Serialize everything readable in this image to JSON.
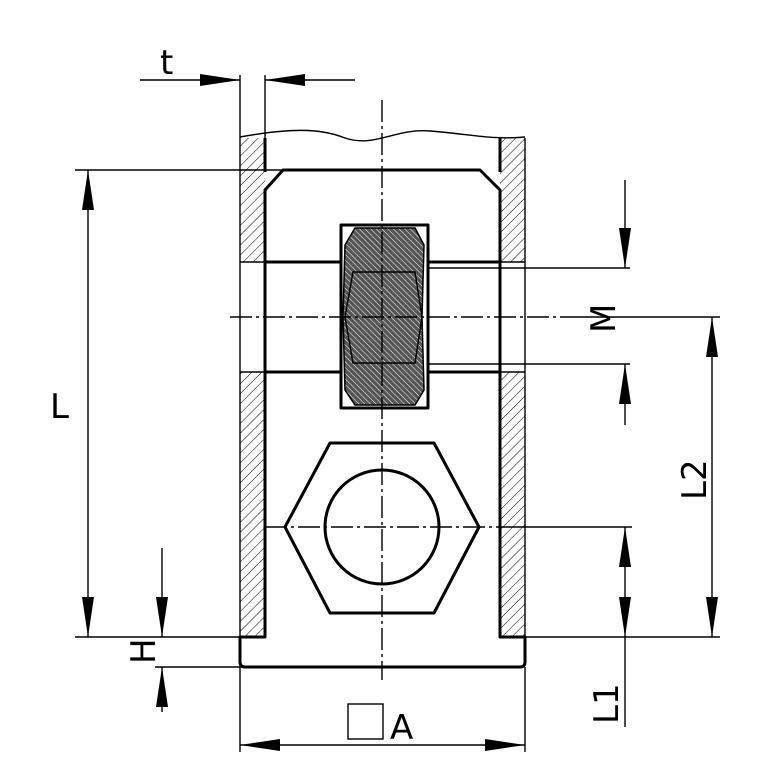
{
  "labels": {
    "t": "t",
    "L": "L",
    "H": "H",
    "M": "M",
    "L2": "L2",
    "L1": "L1",
    "A": "A"
  },
  "colors": {
    "line": "#000000",
    "background": "#ffffff",
    "nut_fill": "#444444"
  }
}
